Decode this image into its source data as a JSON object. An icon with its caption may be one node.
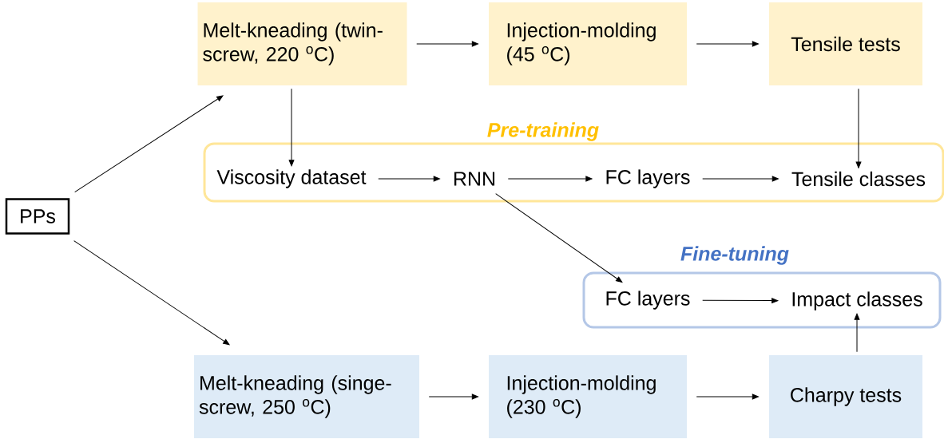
{
  "diagram": {
    "nodes": [
      {
        "text": [
          "PPs"
        ]
      },
      {
        "text": [
          "Melt-kneading (twin-screw, 220 $^{o}$C)"
        ]
      },
      {
        "text": [
          "Injection-molding (45 $^{o}$C)"
        ]
      },
      {
        "text": [
          "Tensile tests"
        ]
      },
      {
        "text": [
          "Pre-training"
        ]
      },
      {
        "text": [
          "Viscosity dataset"
        ],
        "in": 4
      },
      {
        "text": [
          "RNN"
        ],
        "in": 4
      },
      {
        "text": [
          "FC layers"
        ],
        "in": 4
      },
      {
        "text": [
          "Tensile classes"
        ],
        "in": 4
      },
      {
        "text": [
          "Fine-tuning"
        ]
      },
      {
        "text": [
          "FC layers"
        ],
        "in": 9
      },
      {
        "text": [
          "Impact classes"
        ],
        "in": 9
      },
      {
        "text": [
          "Melt-kneading (singe-screw, 250 $^{o}$C)"
        ]
      },
      {
        "text": [
          "Injection-molding (230 $^{o}$C)"
        ]
      },
      {
        "text": [
          "Charpy tests"
        ]
      }
    ],
    "edges": [
      {
        "from": 0,
        "to": 1,
        "arrow": "to"
      },
      {
        "from": 0,
        "to": 12,
        "arrow": "to"
      },
      {
        "from": 1,
        "to": 2,
        "arrow": "to"
      },
      {
        "from": 2,
        "to": 3,
        "arrow": "to"
      },
      {
        "from": 1,
        "to": 5,
        "arrow": "to"
      },
      {
        "from": 3,
        "to": 8,
        "arrow": "to"
      },
      {
        "from": 5,
        "to": 6,
        "arrow": "to"
      },
      {
        "from": 6,
        "to": 7,
        "arrow": "to"
      },
      {
        "from": 7,
        "to": 8,
        "arrow": "to"
      },
      {
        "from": 6,
        "to": 10,
        "arrow": "to"
      },
      {
        "from": 10,
        "to": 11,
        "arrow": "to"
      },
      {
        "from": 12,
        "to": 13,
        "arrow": "to"
      },
      {
        "from": 13,
        "to": 14,
        "arrow": "to"
      },
      {
        "from": 14,
        "to": 11,
        "arrow": "to"
      }
    ]
  }
}
